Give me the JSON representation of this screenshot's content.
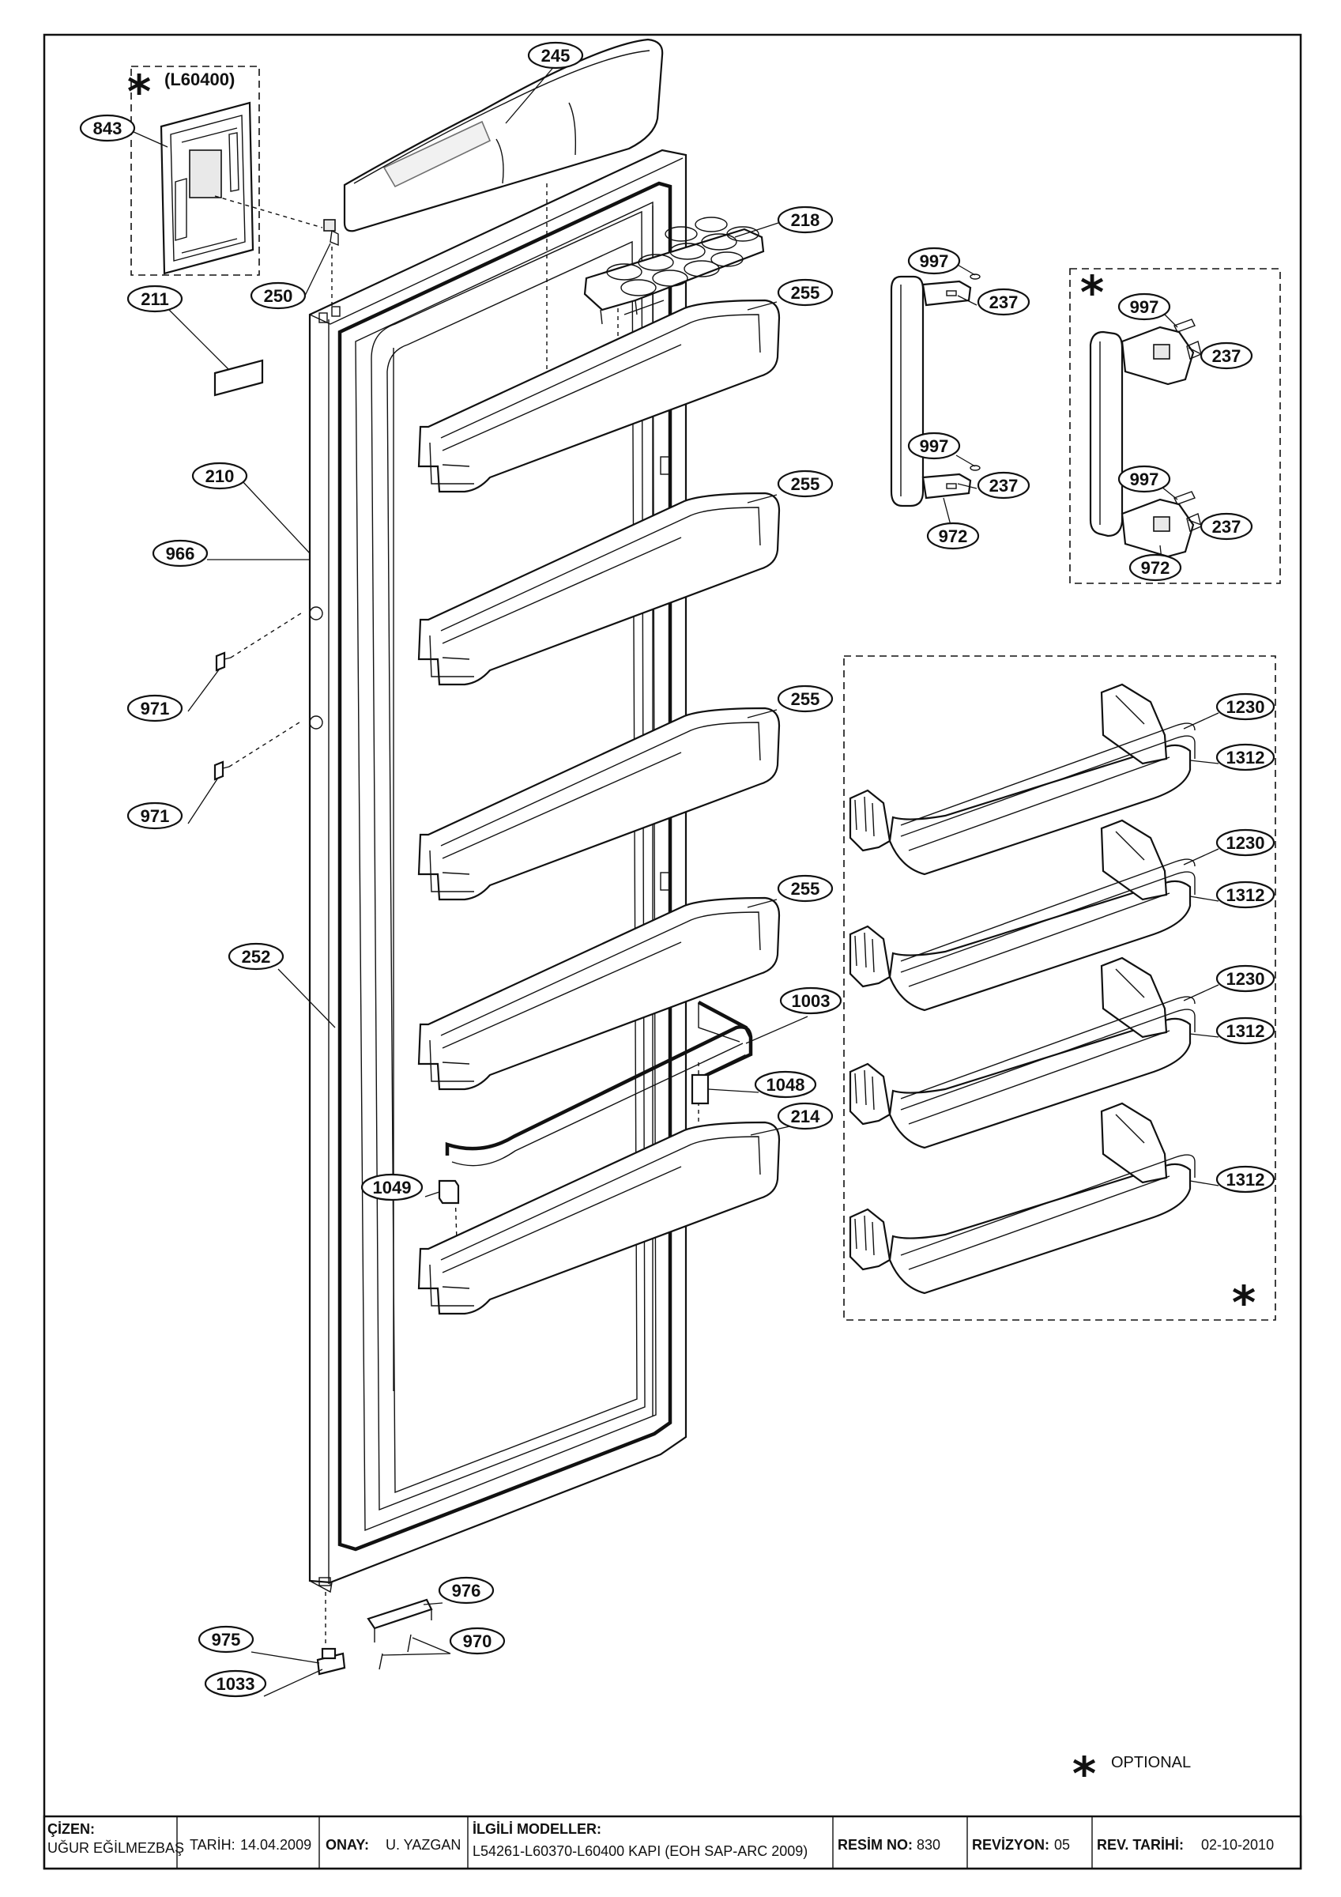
{
  "optional_marker": "*",
  "optional_label": "OPTIONAL",
  "display_group_model": "(L60400)",
  "callouts": {
    "c245": "245",
    "c843": "843",
    "c250": "250",
    "c218": "218",
    "c211": "211",
    "c255a": "255",
    "c255b": "255",
    "c255c": "255",
    "c255d": "255",
    "c210": "210",
    "c966": "966",
    "c971a": "971",
    "c971b": "971",
    "c252": "252",
    "c1003": "1003",
    "c1048": "1048",
    "c214": "214",
    "c1049": "1049",
    "c976": "976",
    "c975": "975",
    "c970": "970",
    "c1033": "1033",
    "c997a": "997",
    "c237a": "237",
    "c997b": "997",
    "c237b": "237",
    "c972a": "972",
    "c997c": "997",
    "c237c": "237",
    "c997d": "997",
    "c237d": "237",
    "c972b": "972",
    "c1230a": "1230",
    "c1312a": "1312",
    "c1230b": "1230",
    "c1312b": "1312",
    "c1230c": "1230",
    "c1312c": "1312",
    "c1312d": "1312"
  },
  "title_block": {
    "drawn_label": "ÇİZEN:",
    "drawn_value": "UĞUR EĞİLMEZBAŞ",
    "date_label": "TARİH:",
    "date_value": "14.04.2009",
    "approval_label": "ONAY:",
    "approval_value": "U. YAZGAN",
    "models_label": "İLGİLİ MODELLER:",
    "models_value": "L54261-L60370-L60400 KAPI (EOH SAP-ARC 2009)",
    "drawing_no_label": "RESİM NO:",
    "drawing_no_value": "830",
    "revision_label": "REVİZYON:",
    "revision_value": "05",
    "rev_date_label": "REV. TARİHİ:",
    "rev_date_value": "02-10-2010"
  }
}
